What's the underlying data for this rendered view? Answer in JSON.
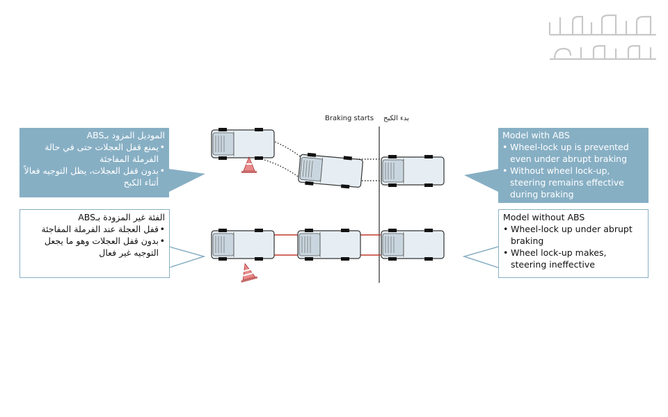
{
  "watermark": {
    "line1": "مستعمل",
    "line2": "وجديد"
  },
  "braking_label_en": "Braking starts",
  "braking_label_ar": "بدء الكبح",
  "abs_en": {
    "title": "Model with ABS",
    "items": [
      "Wheel-lock up is prevented even under abrupt braking",
      "Without wheel lock-up, steering remains effective during braking"
    ]
  },
  "abs_ar": {
    "title": "الموديل المزود بـABS",
    "items": [
      "يمنع قفل العجلات حتى في حالة الفرملة المفاجئة",
      "بدون قفل العجلات، يظل التوجيه فعالاً أثناء الكبح"
    ]
  },
  "noabs_en": {
    "title": "Model without ABS",
    "items": [
      "Wheel-lock up under abrupt braking",
      "Wheel lock-up makes, steering ineffective"
    ]
  },
  "noabs_ar": {
    "title": "الفئة غير المزودة بـABS",
    "items": [
      "قفل العجلة عند الفرملة المفاجئة",
      "بدون قفل العجلات وهو ما يجعل التوجيه غير فعال"
    ]
  },
  "colors": {
    "accent": "#87afc4",
    "skid": "#c0392b",
    "cone": "#e88a8a",
    "line": "#555555"
  }
}
